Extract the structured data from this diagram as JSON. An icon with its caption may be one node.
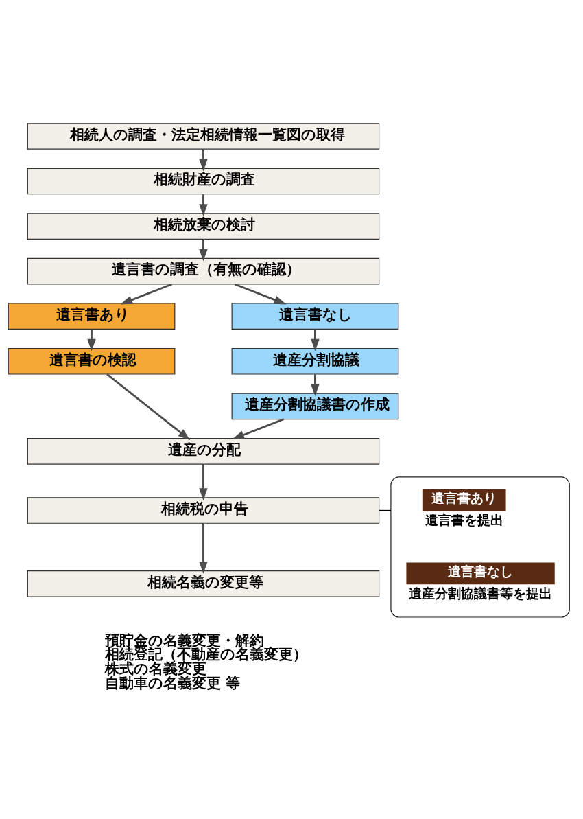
{
  "diagram": {
    "nodes": [
      {
        "text": [
          "相続人の調査・法定相続情報一覧図の取得"
        ]
      },
      {
        "text": [
          "相続財産の調査"
        ]
      },
      {
        "text": [
          "相続放棄の検討"
        ]
      },
      {
        "text": [
          "遺言書の調査（有無の確認）"
        ]
      },
      {
        "text": [
          "遺言書あり"
        ]
      },
      {
        "text": [
          "遺言書なし"
        ]
      },
      {
        "text": [
          "遺言書の検認"
        ]
      },
      {
        "text": [
          "遺産分割協議"
        ]
      },
      {
        "text": [
          "遺産分割協議書の作成"
        ]
      },
      {
        "text": [
          "遺産の分配"
        ]
      },
      {
        "text": [
          "相続税の申告"
        ]
      },
      {
        "text": [
          "相続名義の変更等"
        ]
      },
      {
        "text": [],
        "shape": "box"
      },
      {
        "text": [
          "遺言書あり"
        ],
        "beside": [
          "遺言書を提出"
        ],
        "in": 12
      },
      {
        "text": [
          "遺言書なし"
        ],
        "beside": [
          "遺産分割協議書等を提出"
        ],
        "in": 12
      }
    ],
    "edges": [
      {
        "from": 0,
        "to": 1,
        "arrow": "to"
      },
      {
        "from": 1,
        "to": 2,
        "arrow": "to"
      },
      {
        "from": 2,
        "to": 3,
        "arrow": "to"
      },
      {
        "from": 3,
        "to": 4,
        "arrow": "to"
      },
      {
        "from": 3,
        "to": 5,
        "arrow": "to"
      },
      {
        "from": 4,
        "to": 6,
        "arrow": "to"
      },
      {
        "from": 5,
        "to": 7,
        "arrow": "to"
      },
      {
        "from": 7,
        "to": 8,
        "arrow": "to"
      },
      {
        "from": 6,
        "to": 9,
        "arrow": "to"
      },
      {
        "from": 8,
        "to": 9,
        "arrow": "to"
      },
      {
        "from": 9,
        "to": 10,
        "arrow": "to"
      },
      {
        "from": 10,
        "to": 11,
        "arrow": "to"
      },
      {
        "from": 12,
        "to": 10,
        "arrow": "none",
        "color": "#000000"
      }
    ],
    "labels": [
      "預貯金の名義変更・解約",
      "相続登記（不動産の名義変更）",
      "株式の名義変更",
      "自動車の名義変更 等"
    ]
  }
}
